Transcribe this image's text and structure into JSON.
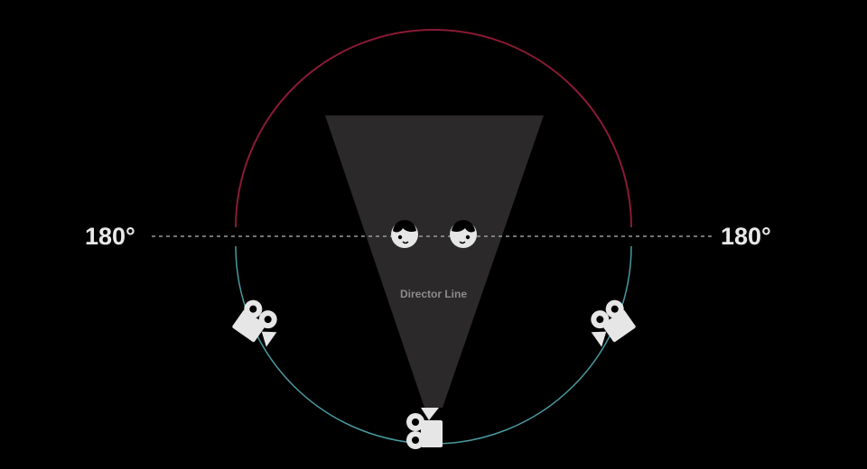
{
  "labels": {
    "left_angle": "180°",
    "right_angle": "180°",
    "axis_name": "Director Line"
  },
  "colors": {
    "background": "#000000",
    "top_arc": "#8a1a34",
    "bottom_arc": "#4a9aa0",
    "dashed_line": "#9a9a9a",
    "view_cone": "#2b2929",
    "icon_fill": "#e6e6e6",
    "text_primary": "#e8e8e8",
    "text_secondary": "#8c8c8c"
  },
  "icons": {
    "subject_left": "face-icon",
    "subject_right": "face-icon",
    "camera_left": "movie-camera-icon",
    "camera_right": "movie-camera-icon",
    "camera_bottom": "movie-camera-icon"
  }
}
